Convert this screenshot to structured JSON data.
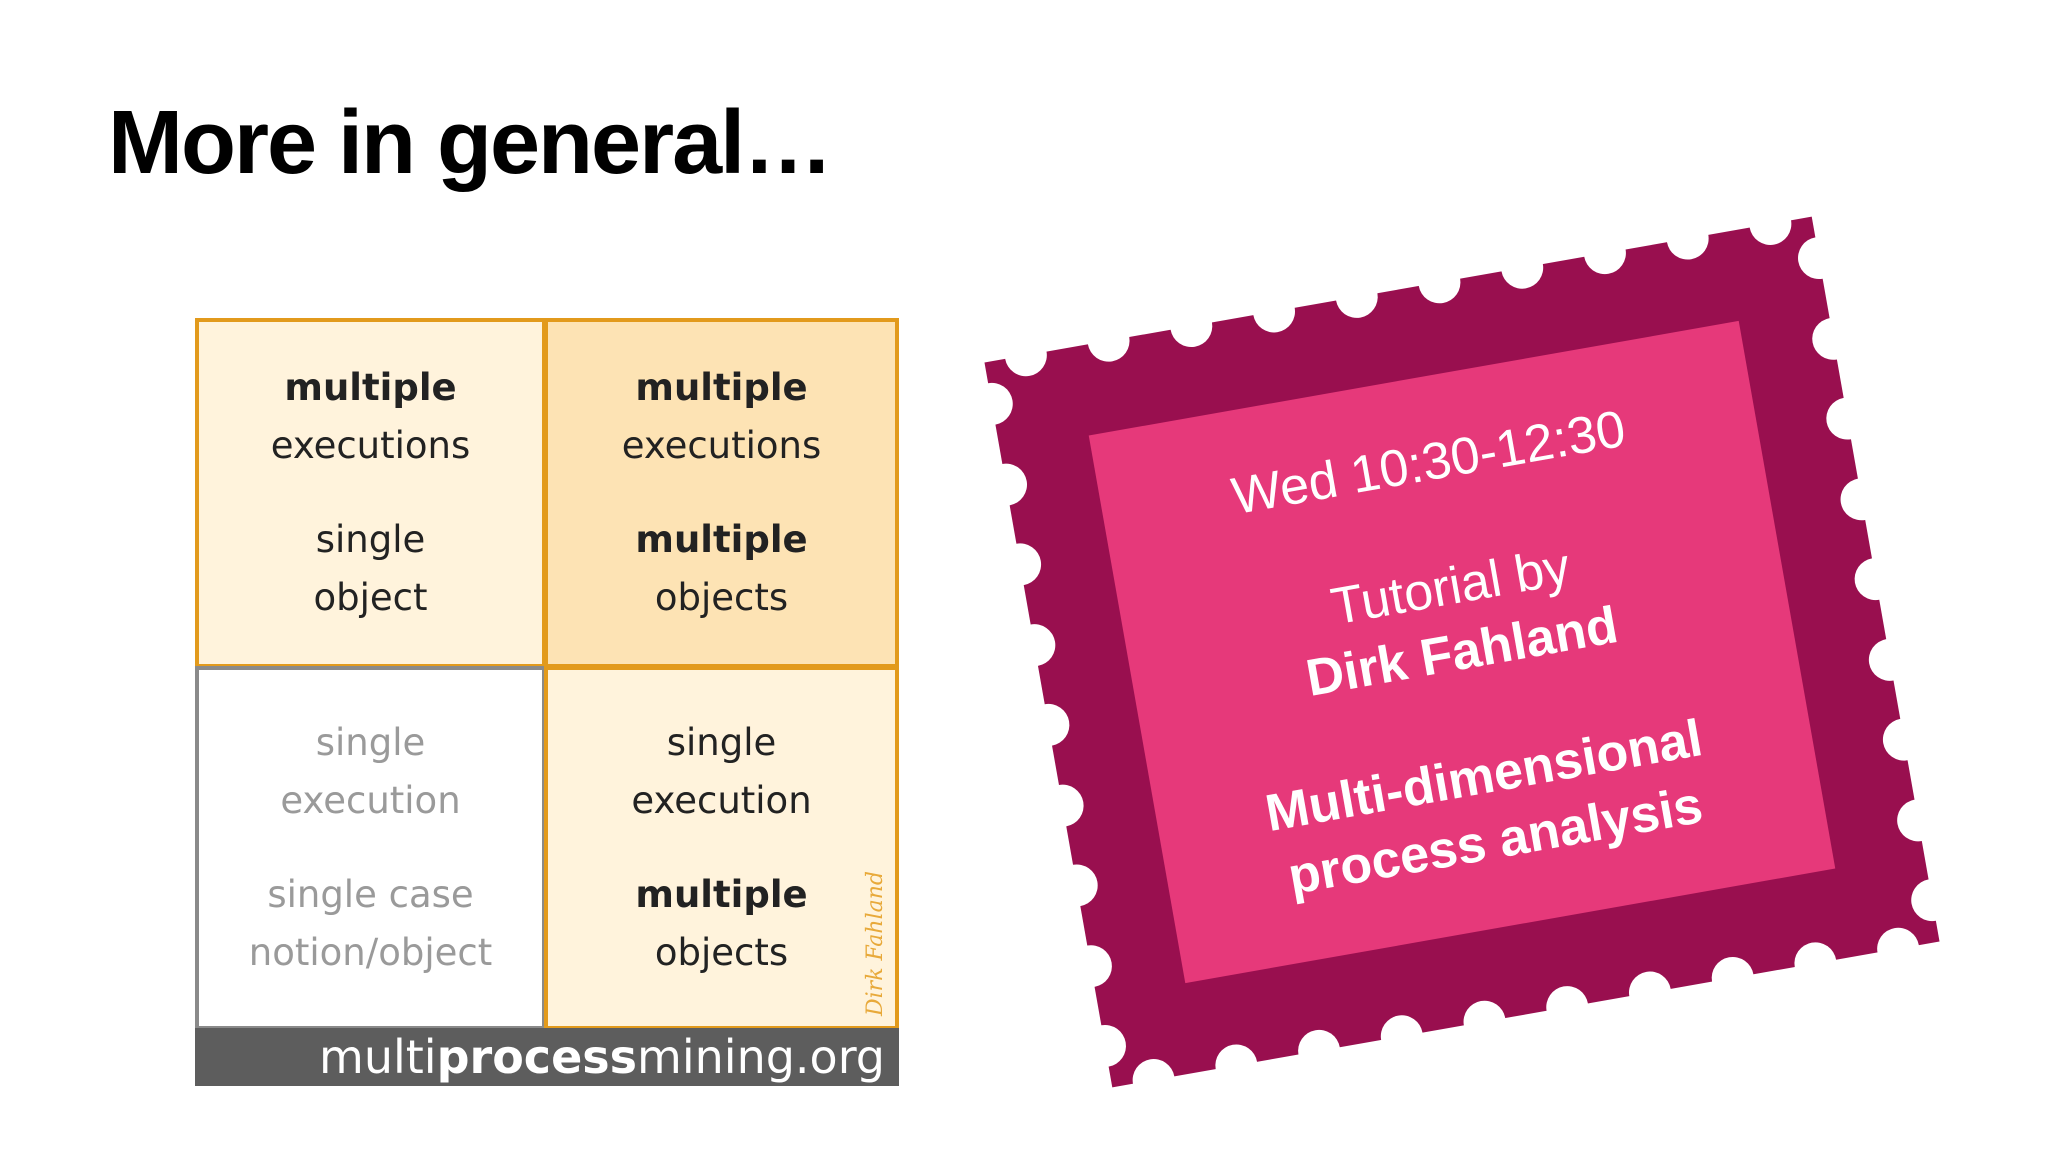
{
  "slide": {
    "title": "More in general…"
  },
  "matrix": {
    "top_left": {
      "line1": "multiple",
      "line2": "executions",
      "line3": "single",
      "line4": "object"
    },
    "top_right": {
      "line1": "multiple",
      "line2": "executions",
      "line3": "multiple",
      "line4": "objects"
    },
    "bottom_left": {
      "line1": "single",
      "line2": "execution",
      "line3": "single case",
      "line4": "notion/object"
    },
    "bottom_right": {
      "line1": "single",
      "line2": "execution",
      "line3": "multiple",
      "line4": "objects"
    },
    "signature": "Dirk Fahland",
    "footer": {
      "pre": "multi",
      "bold": "process",
      "post": "mining.org"
    }
  },
  "stamp": {
    "time": "Wed 10:30-12:30",
    "tutorial_line1": "Tutorial by",
    "tutorial_line2": "Dirk Fahland",
    "topic_line1": "Multi-dimensional",
    "topic_line2": "process analysis"
  },
  "colors": {
    "cell_light": "#fff3dc",
    "cell_dark": "#fde3b4",
    "cell_border": "#e29a1c",
    "footer_bg": "#5d5d5d",
    "stamp_frame": "#990f4f",
    "stamp_center": "#e6397a"
  }
}
